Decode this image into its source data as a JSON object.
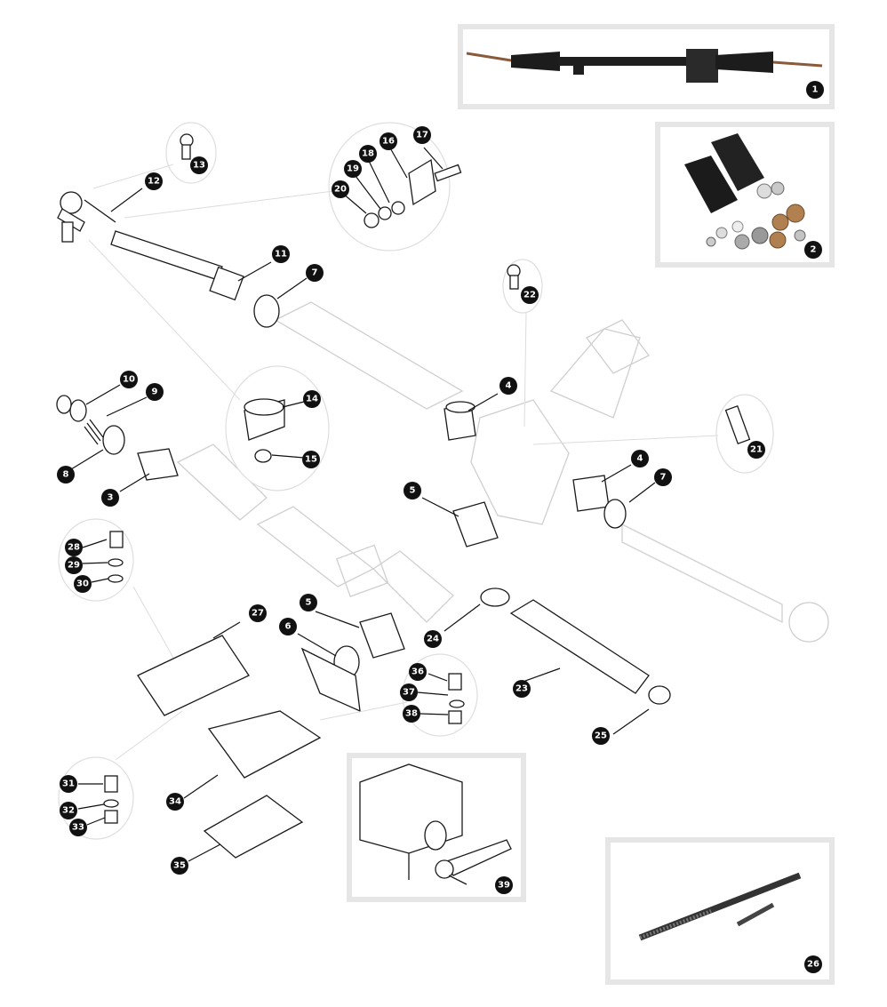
{
  "diagram": {
    "callouts": {
      "c1": "1",
      "c2": "2",
      "c3": "3",
      "c4a": "4",
      "c4b": "4",
      "c5a": "5",
      "c5b": "5",
      "c6": "6",
      "c7a": "7",
      "c7b": "7",
      "c8": "8",
      "c9": "9",
      "c10": "10",
      "c11": "11",
      "c12": "12",
      "c13": "13",
      "c14": "14",
      "c15": "15",
      "c16": "16",
      "c17": "17",
      "c18": "18",
      "c19": "19",
      "c20": "20",
      "c21": "21",
      "c22": "22",
      "c23": "23",
      "c24": "24",
      "c25": "25",
      "c26": "26",
      "c27": "27",
      "c28": "28",
      "c29": "29",
      "c30": "30",
      "c31": "31",
      "c32": "32",
      "c33": "33",
      "c34": "34",
      "c35": "35",
      "c36": "36",
      "c37": "37",
      "c38": "38",
      "c39": "39"
    },
    "colors": {
      "callout_fill": "#111111",
      "callout_text": "#ffffff",
      "frame_border": "#e6e6e6",
      "ghost_outline": "#cfcfcf",
      "part_outline": "#1a1a1a",
      "rubber_black": "#2b2b2b",
      "bronze_bush": "#b08050"
    }
  }
}
